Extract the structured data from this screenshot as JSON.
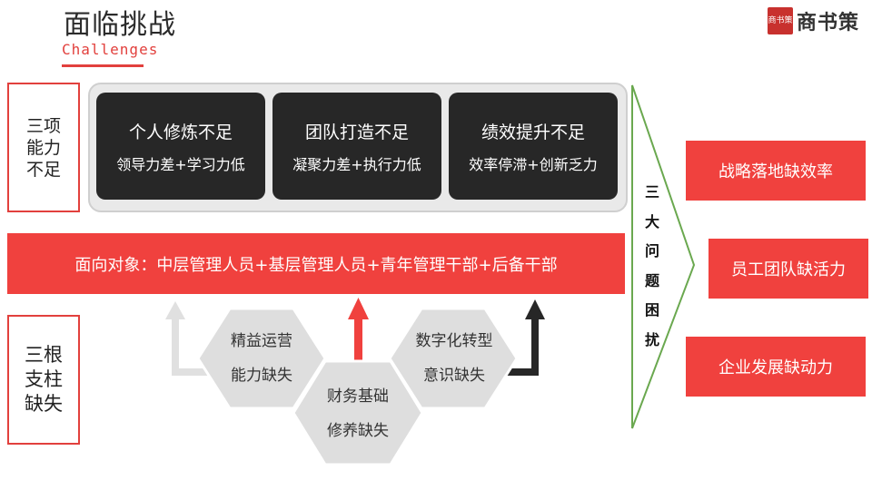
{
  "header": {
    "title": "面临挑战",
    "subtitle": "Challenges",
    "logo_seal": "商书策",
    "logo_text": "商书策"
  },
  "side": {
    "top_label": "三项\n能力\n不足",
    "bottom_label": "三根\n支柱\n缺失"
  },
  "cards": [
    {
      "title": "个人修炼不足",
      "sub": "领导力差+学习力低"
    },
    {
      "title": "团队打造不足",
      "sub": "凝聚力差+执行力低"
    },
    {
      "title": "绩效提升不足",
      "sub": "效率停滞+创新乏力"
    }
  ],
  "banner": {
    "text": "面向对象：中层管理人员+基层管理人员+青年管理干部+后备干部"
  },
  "triangle_text": "三\n大\n问\n题\n困\n扰",
  "results": [
    "战略落地缺效率",
    "员工团队缺活力",
    "企业发展缺动力"
  ],
  "pillars": [
    {
      "line1": "精益运营",
      "line2": "能力缺失"
    },
    {
      "line1": "财务基础",
      "line2": "修养缺失"
    },
    {
      "line1": "数字化转型",
      "line2": "意识缺失"
    }
  ],
  "colors": {
    "accent_red": "#f0413e",
    "dark_card": "#272727",
    "panel_gray": "#e9e9e9",
    "triangle_green": "#6aa84f",
    "hex_gray": "#dedede"
  },
  "icons": [
    "arrow-up-light-gray-icon",
    "arrow-up-red-icon",
    "arrow-up-black-icon"
  ]
}
